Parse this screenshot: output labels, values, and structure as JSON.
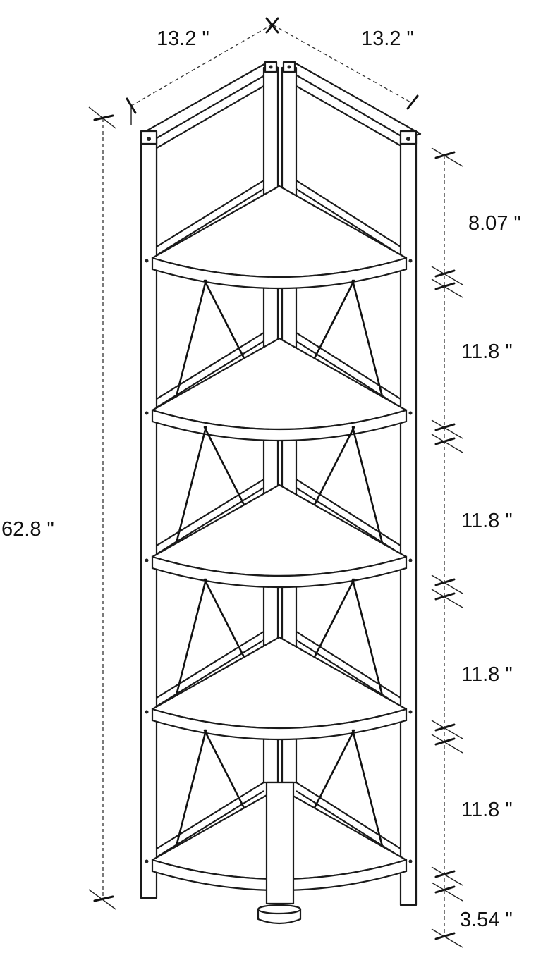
{
  "dimensions": {
    "width_left": "13.2 \"",
    "width_right": "13.2 \"",
    "total_height": "62.8 \"",
    "top_gap": "8.07 \"",
    "gap_1": "11.8 \"",
    "gap_2": "11.8 \"",
    "gap_3": "11.8 \"",
    "gap_4": "11.8 \"",
    "bottom_clearance": "3.54 \""
  },
  "product": {
    "shelf_count": 5
  }
}
